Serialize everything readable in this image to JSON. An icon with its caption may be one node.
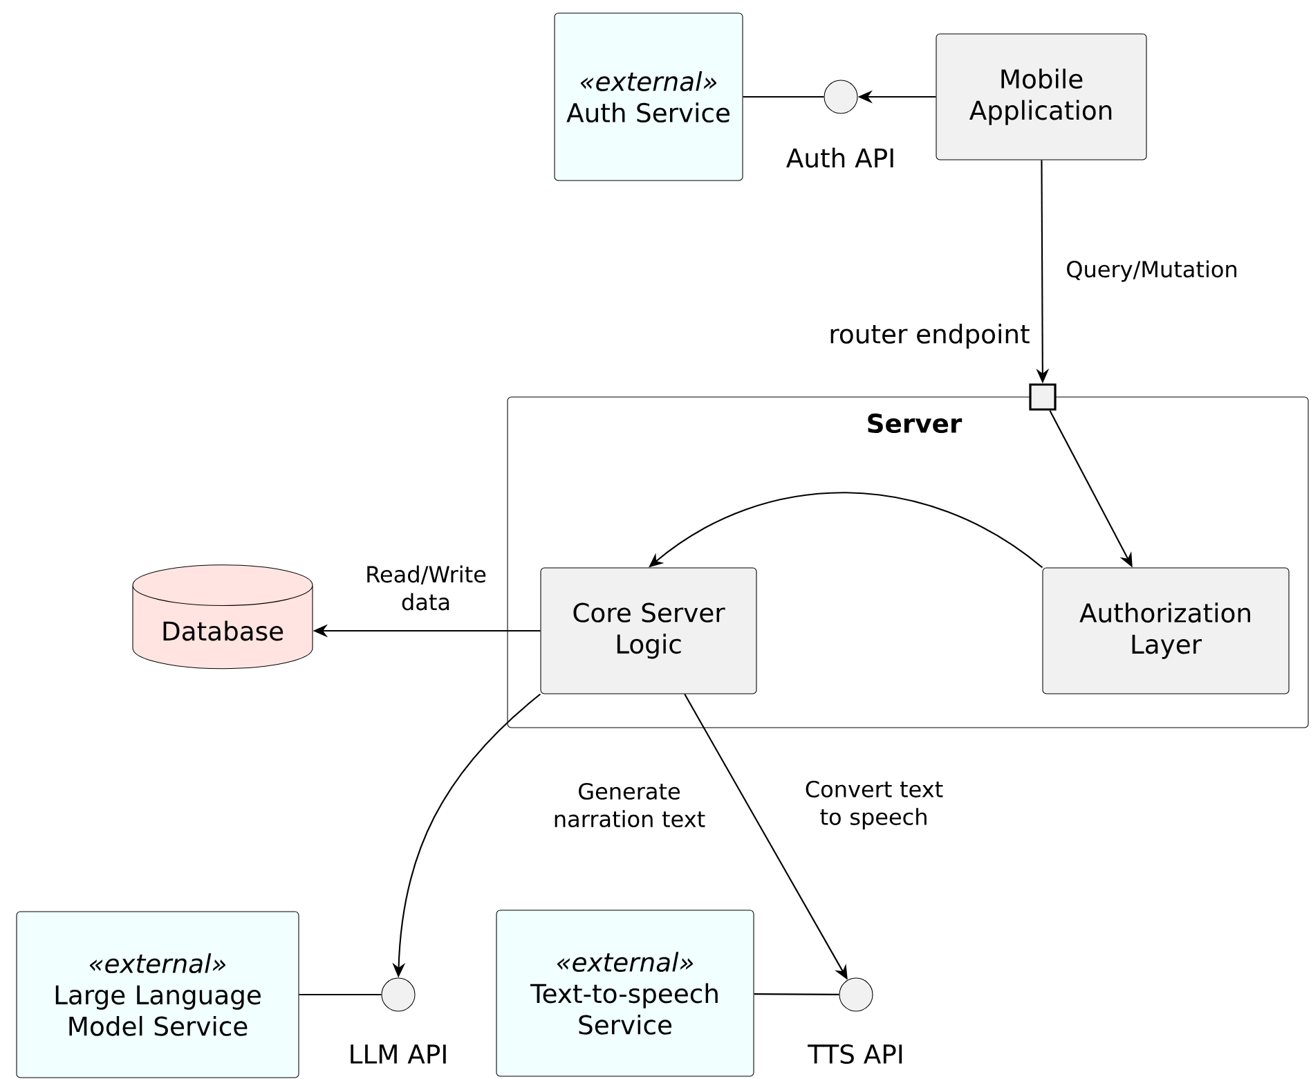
{
  "diagram": {
    "nodes": [
      {
        "text": [
          "«external»",
          "Auth Service"
        ]
      },
      {
        "text": [],
        "shape": "circle",
        "beside": [
          "Auth API"
        ]
      },
      {
        "text": [
          "Mobile Application"
        ]
      },
      {
        "text": [
          "Server"
        ]
      },
      {
        "text": [],
        "shape": "box",
        "in": 3,
        "beside": [
          "router endpoint"
        ]
      },
      {
        "text": [
          "Core Server Logic"
        ],
        "in": 3
      },
      {
        "text": [
          "Authorization Layer"
        ],
        "in": 3
      },
      {
        "text": [
          "Database"
        ]
      },
      {
        "text": [
          "«external»",
          "Large Language Model Service"
        ]
      },
      {
        "text": [],
        "shape": "circle",
        "beside": [
          "LLM API"
        ]
      },
      {
        "text": [
          "«external»",
          "Text-to-speech Service"
        ]
      },
      {
        "text": [],
        "shape": "circle",
        "beside": [
          "TTS API"
        ]
      }
    ],
    "edges": [
      {
        "from": 2,
        "to": 1,
        "arrow": "to"
      },
      {
        "from": 0,
        "to": 1,
        "arrow": "none"
      },
      {
        "from": 2,
        "to": 4,
        "arrow": "to",
        "label": "Query/Mutation"
      },
      {
        "from": 4,
        "to": 6,
        "arrow": "to"
      },
      {
        "from": 6,
        "to": 5,
        "arrow": "to"
      },
      {
        "from": 5,
        "to": 7,
        "arrow": "to",
        "label": "Read/Write data"
      },
      {
        "from": 5,
        "to": 9,
        "arrow": "to",
        "label": "Generate narration text"
      },
      {
        "from": 5,
        "to": 11,
        "arrow": "to",
        "label": "Convert text to speech"
      },
      {
        "from": 8,
        "to": 9,
        "arrow": "none"
      },
      {
        "from": 10,
        "to": 11,
        "arrow": "none"
      }
    ]
  }
}
